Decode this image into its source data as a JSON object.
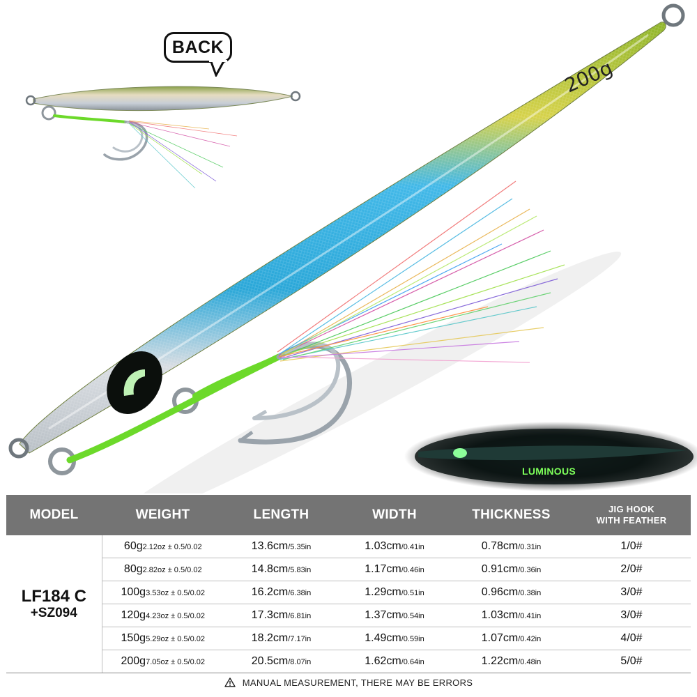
{
  "hero": {
    "back_label": "BACK",
    "luminous_label": "LUMINOUS",
    "weight_stamp": "200g",
    "colors": {
      "body_blue": "#3fb7e6",
      "body_green": "#9dbb2c",
      "belly_silver": "#d9dde2",
      "assist_cord": "#6cd92a",
      "hook_steel": "#9aa3ab"
    }
  },
  "table": {
    "headers": {
      "model": "MODEL",
      "weight": "WEIGHT",
      "length": "LENGTH",
      "width": "WIDTH",
      "thickness": "THICKNESS",
      "hook_line1": "JIG HOOK",
      "hook_line2": "WITH FEATHER"
    },
    "model": {
      "name": "LF184 C",
      "sub": "+SZ094"
    },
    "rows": [
      {
        "weight_g": "60g",
        "weight_oz": "2.12oz ± 0.5/0.02",
        "length_cm": "13.6cm",
        "length_in": "/5.35in",
        "width_cm": "1.03cm",
        "width_in": "/0.41in",
        "thick_cm": "0.78cm",
        "thick_in": "/0.31in",
        "hook": "1/0#"
      },
      {
        "weight_g": "80g",
        "weight_oz": "2.82oz ± 0.5/0.02",
        "length_cm": "14.8cm",
        "length_in": "/5.83in",
        "width_cm": "1.17cm",
        "width_in": "/0.46in",
        "thick_cm": "0.91cm",
        "thick_in": "/0.36in",
        "hook": "2/0#"
      },
      {
        "weight_g": "100g",
        "weight_oz": "3.53oz ± 0.5/0.02",
        "length_cm": "16.2cm",
        "length_in": "/6.38in",
        "width_cm": "1.29cm",
        "width_in": "/0.51in",
        "thick_cm": "0.96cm",
        "thick_in": "/0.38in",
        "hook": "3/0#"
      },
      {
        "weight_g": "120g",
        "weight_oz": "4.23oz ± 0.5/0.02",
        "length_cm": "17.3cm",
        "length_in": "/6.81in",
        "width_cm": "1.37cm",
        "width_in": "/0.54in",
        "thick_cm": "1.03cm",
        "thick_in": "/0.41in",
        "hook": "3/0#"
      },
      {
        "weight_g": "150g",
        "weight_oz": "5.29oz ± 0.5/0.02",
        "length_cm": "18.2cm",
        "length_in": "/7.17in",
        "width_cm": "1.49cm",
        "width_in": "/0.59in",
        "thick_cm": "1.07cm",
        "thick_in": "/0.42in",
        "hook": "4/0#"
      },
      {
        "weight_g": "200g",
        "weight_oz": "7.05oz ± 0.5/0.02",
        "length_cm": "20.5cm",
        "length_in": "/8.07in",
        "width_cm": "1.62cm",
        "width_in": "/0.64in",
        "thick_cm": "1.22cm",
        "thick_in": "/0.48in",
        "hook": "5/0#"
      }
    ]
  },
  "footer": {
    "note": "MANUAL MEASUREMENT, THERE MAY BE ERRORS",
    "icon": "warning-icon"
  }
}
